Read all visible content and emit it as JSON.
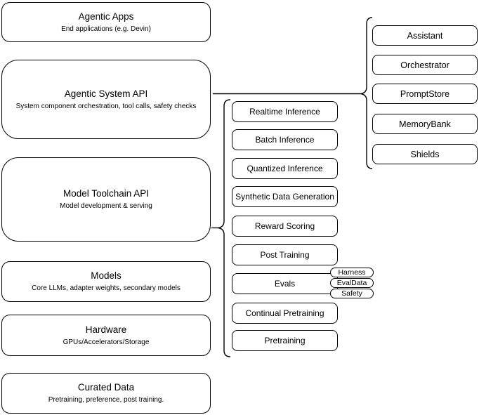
{
  "diagram": {
    "title": "Agentic stack architecture diagram",
    "colors": {
      "stroke": "#000000",
      "box_fill": "#ffffff",
      "background": "#ffffff"
    },
    "left_column": [
      {
        "title": "Agentic Apps",
        "subtitle": "End applications (e.g. Devin)"
      },
      {
        "title": "Agentic System API",
        "subtitle": "System component orchestration, tool calls, safety checks"
      },
      {
        "title": "Model Toolchain API",
        "subtitle": "Model development & serving"
      },
      {
        "title": "Models",
        "subtitle": "Core LLMs, adapter weights, secondary models"
      },
      {
        "title": "Hardware",
        "subtitle": "GPUs/Accelerators/Storage"
      },
      {
        "title": "Curated Data",
        "subtitle": "Pretraining, preference, post training."
      }
    ],
    "toolchain_items": [
      "Realtime Inference",
      "Batch Inference",
      "Quantized Inference",
      "Synthetic Data Generation",
      "Reward Scoring",
      "Post Training",
      "Evals",
      "Continual Pretraining",
      "Pretraining"
    ],
    "evals_tags": [
      "Harness",
      "EvalData",
      "Safety"
    ],
    "system_components": [
      "Assistant",
      "Orchestrator",
      "PromptStore",
      "MemoryBank",
      "Shields"
    ]
  }
}
